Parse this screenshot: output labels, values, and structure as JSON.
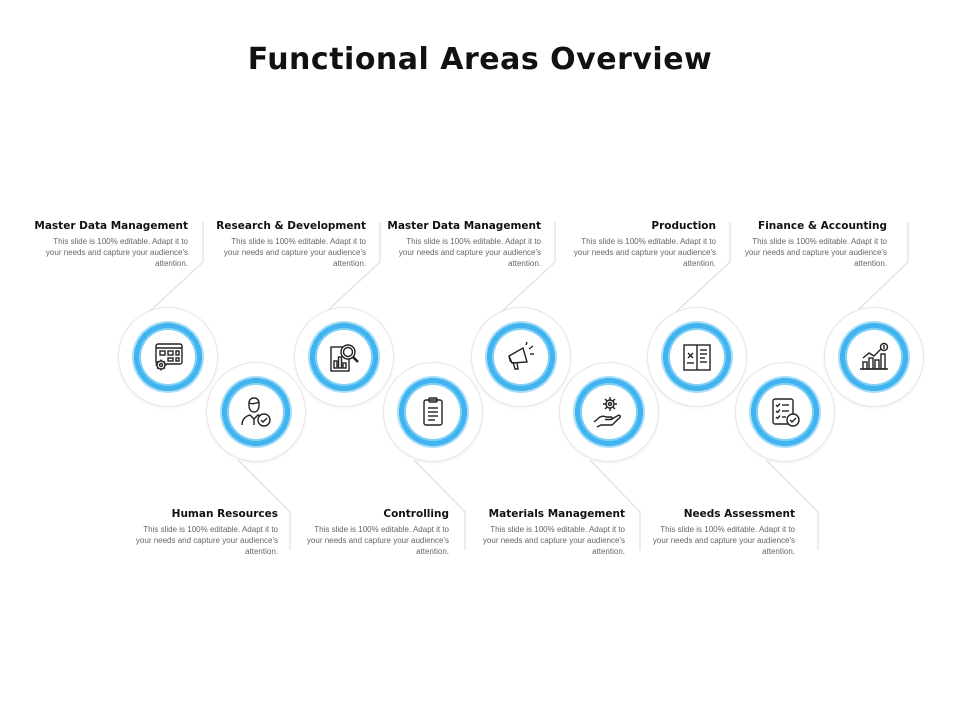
{
  "title": "Functional Areas Overview",
  "items": [
    {
      "title": "Master Data Management",
      "desc": "This slide is 100% editable. Adapt it to your needs and capture your audience's attention.",
      "icon": "dashboard-gear-icon"
    },
    {
      "title": "Human Resources",
      "desc": "This slide is 100% editable. Adapt it to your needs and capture your audience's attention.",
      "icon": "person-check-icon"
    },
    {
      "title": "Research & Development",
      "desc": "This slide is 100% editable. Adapt it to your needs and capture your audience's attention.",
      "icon": "chart-magnifier-icon"
    },
    {
      "title": "Controlling",
      "desc": "This slide is 100% editable. Adapt it to your needs and capture your audience's attention.",
      "icon": "clipboard-icon"
    },
    {
      "title": "Master Data Management",
      "desc": "This slide is 100% editable. Adapt it to your needs and capture your audience's attention.",
      "icon": "megaphone-icon"
    },
    {
      "title": "Materials Management",
      "desc": "This slide is 100% editable. Adapt it to your needs and capture your audience's attention.",
      "icon": "hand-gear-icon"
    },
    {
      "title": "Production",
      "desc": "This slide is 100% editable. Adapt it to your needs and capture your audience's attention.",
      "icon": "blueprint-icon"
    },
    {
      "title": "Needs Assessment",
      "desc": "This slide is 100% editable. Adapt it to your needs and capture your audience's attention.",
      "icon": "checklist-icon"
    },
    {
      "title": "Finance & Accounting",
      "desc": "This slide is 100% editable. Adapt it to your needs and capture your audience's attention.",
      "icon": "growth-chart-dollar-icon"
    }
  ],
  "colors": {
    "ring": "#41b4ef",
    "ring_light": "#a8ddf8",
    "icon_stroke": "#222222"
  }
}
